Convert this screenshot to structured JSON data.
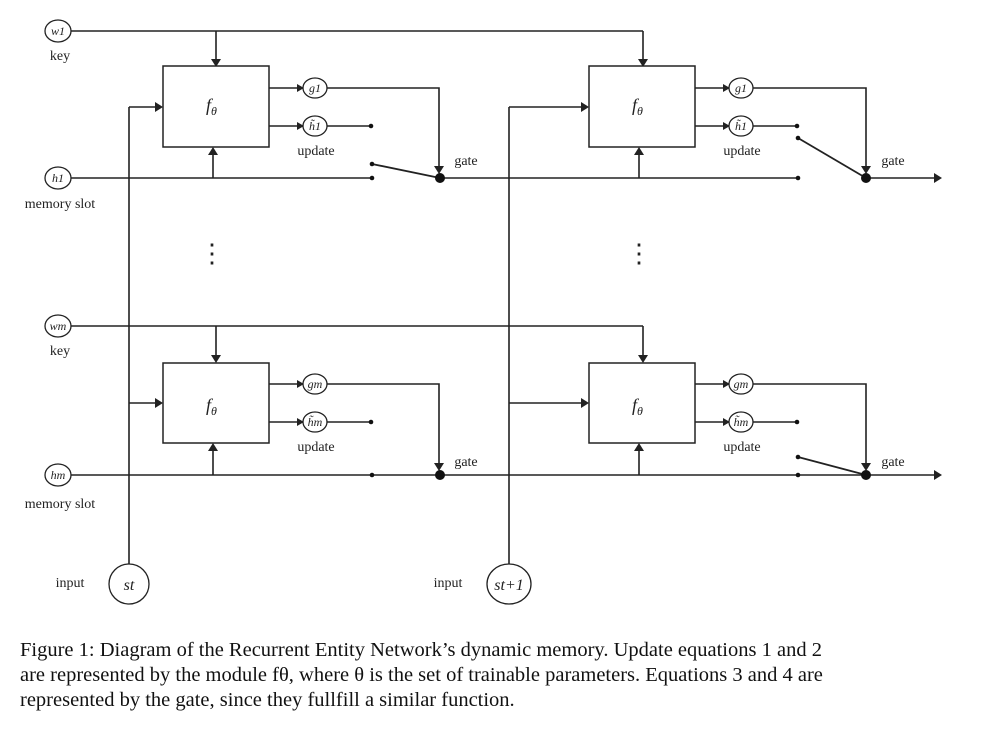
{
  "diagram": {
    "labels": {
      "key": "key",
      "memory_slot": "memory slot",
      "update": "update",
      "gate": "gate",
      "input": "input",
      "dots": "⋮"
    },
    "nodes": {
      "w1": "w1",
      "wm": "wm",
      "h1": "h1",
      "hm": "hm",
      "g1": "g1",
      "gm": "gm",
      "h1_tilde": "h̃1",
      "hm_tilde": "h̃m",
      "st": "st",
      "st1": "st+1"
    },
    "module": {
      "symbol": "f",
      "subscript": "θ"
    }
  },
  "caption": {
    "line1": "Figure 1: Diagram of the Recurrent Entity Network’s dynamic memory. Update equations 1 and 2",
    "line2": "are represented by the module fθ, where θ is the set of trainable parameters. Equations 3 and 4 are",
    "line3": "represented by the gate, since they fullfill a similar function."
  }
}
